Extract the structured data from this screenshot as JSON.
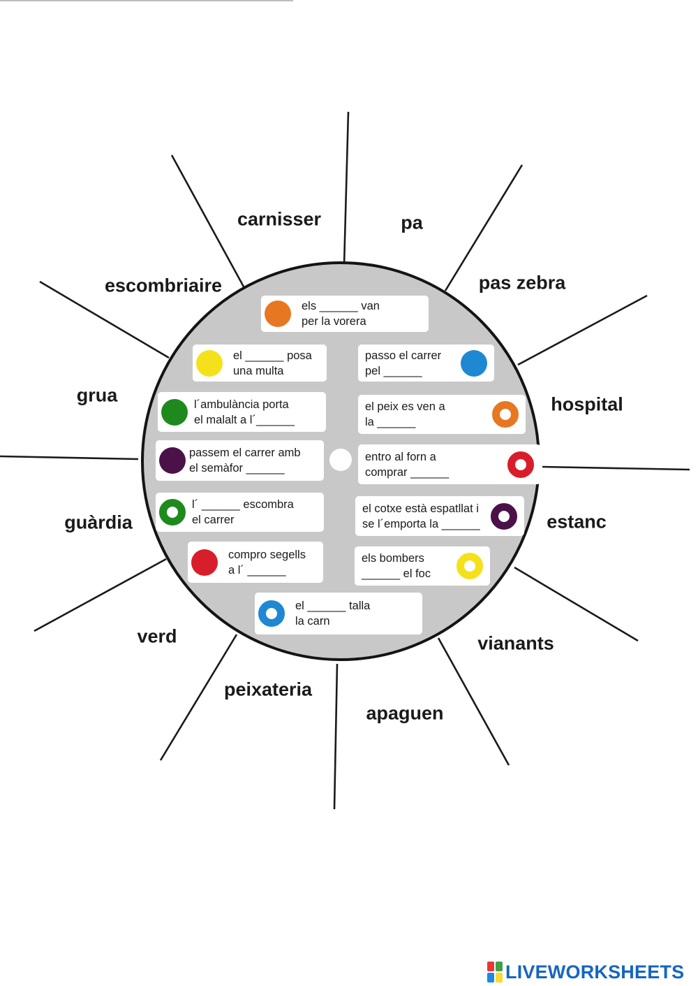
{
  "outer_words": [
    {
      "id": "carnisser",
      "text": "carnisser"
    },
    {
      "id": "pa",
      "text": "pa"
    },
    {
      "id": "pas-zebra",
      "text": "pas zebra"
    },
    {
      "id": "hospital",
      "text": "hospital"
    },
    {
      "id": "estanc",
      "text": "estanc"
    },
    {
      "id": "vianants",
      "text": "vianants"
    },
    {
      "id": "apaguen",
      "text": "apaguen"
    },
    {
      "id": "peixateria",
      "text": "peixateria"
    },
    {
      "id": "verd",
      "text": "verd"
    },
    {
      "id": "guardia",
      "text": "guàrdia"
    },
    {
      "id": "grua",
      "text": "grua"
    },
    {
      "id": "escombriaire",
      "text": "escombriaire"
    }
  ],
  "clues": [
    {
      "id": "vorera",
      "text": "els ______ van\nper la vorera",
      "color": "#e87722",
      "ring": false
    },
    {
      "id": "multa",
      "text": "el ______ posa\nuna multa",
      "color": "#f5e11b",
      "ring": false
    },
    {
      "id": "pel",
      "text": "passo el carrer\npel ______",
      "color": "#1e88d2",
      "ring": false
    },
    {
      "id": "ambulancia",
      "text": "l´ambulància porta\nel malalt a l´______",
      "color": "#1e8a1e",
      "ring": false
    },
    {
      "id": "peix",
      "text": "el peix es ven a\nla ______",
      "color": "#e87722",
      "ring": true
    },
    {
      "id": "semafor",
      "text": "passem el carrer amb\nel semàfor ______",
      "color": "#4a1248",
      "ring": false
    },
    {
      "id": "forn",
      "text": "entro al forn a\ncomprar ______",
      "color": "#d81e2a",
      "ring": true
    },
    {
      "id": "escombra",
      "text": "l´ ______ escombra\nel carrer",
      "color": "#1e8a1e",
      "ring": true
    },
    {
      "id": "cotxe",
      "text": "el cotxe està espatllat i\nse l´emporta la ______",
      "color": "#4a1248",
      "ring": true
    },
    {
      "id": "segells",
      "text": "compro segells\na l´ ______",
      "color": "#d81e2a",
      "ring": false
    },
    {
      "id": "bombers",
      "text": "els bombers\n______ el foc",
      "color": "#f5e11b",
      "ring": true
    },
    {
      "id": "carn",
      "text": "el ______ talla\nla carn",
      "color": "#1e88d2",
      "ring": true
    }
  ],
  "footer": {
    "brand": "LIVEWORKSHEETS",
    "brand_color": "#1565c0",
    "logo_colors": [
      "#e53935",
      "#43a047",
      "#1e88e5",
      "#fdd835"
    ]
  }
}
